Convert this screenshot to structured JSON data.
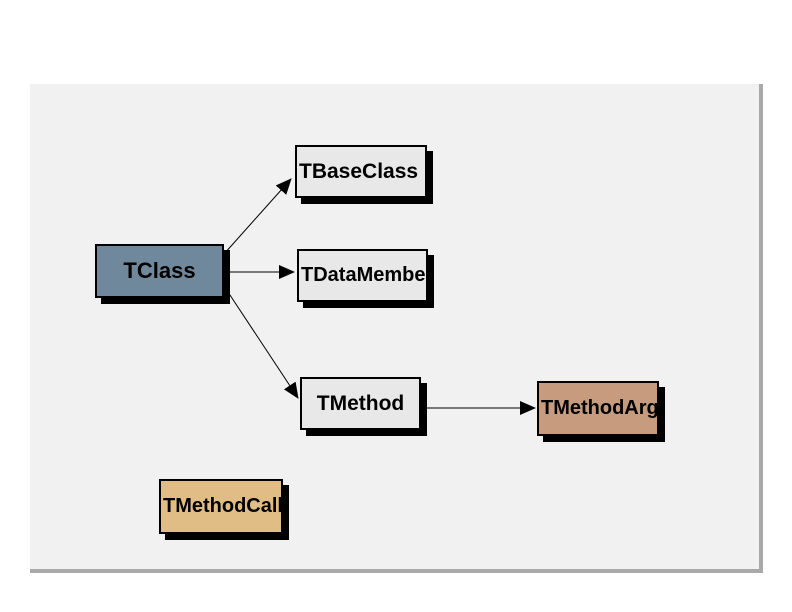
{
  "diagram": {
    "type": "class-relationship-diagram",
    "nodes": [
      {
        "id": "TClass",
        "label": "TClass",
        "fill": "#70889C"
      },
      {
        "id": "TBaseClass",
        "label": "TBaseClass",
        "fill": "#E8E8E8"
      },
      {
        "id": "TDataMember",
        "label": "TDataMember",
        "fill": "#E8E8E8"
      },
      {
        "id": "TMethod",
        "label": "TMethod",
        "fill": "#E8E8E8"
      },
      {
        "id": "TMethodArg",
        "label": "TMethodArg",
        "fill": "#C69B7E"
      },
      {
        "id": "TMethodCall",
        "label": "TMethodCall",
        "fill": "#DFBD85"
      }
    ],
    "edges": [
      {
        "from": "TClass",
        "to": "TBaseClass"
      },
      {
        "from": "TClass",
        "to": "TDataMember"
      },
      {
        "from": "TClass",
        "to": "TMethod"
      },
      {
        "from": "TMethod",
        "to": "TMethodArg"
      }
    ],
    "colors": {
      "page_bg": "#FFFFFF",
      "canvas_bg": "#F1F1F1",
      "canvas_edge": "#A9A9A9",
      "node_border": "#000000",
      "node_shadow": "#000000",
      "edge_line": "#000000"
    }
  }
}
